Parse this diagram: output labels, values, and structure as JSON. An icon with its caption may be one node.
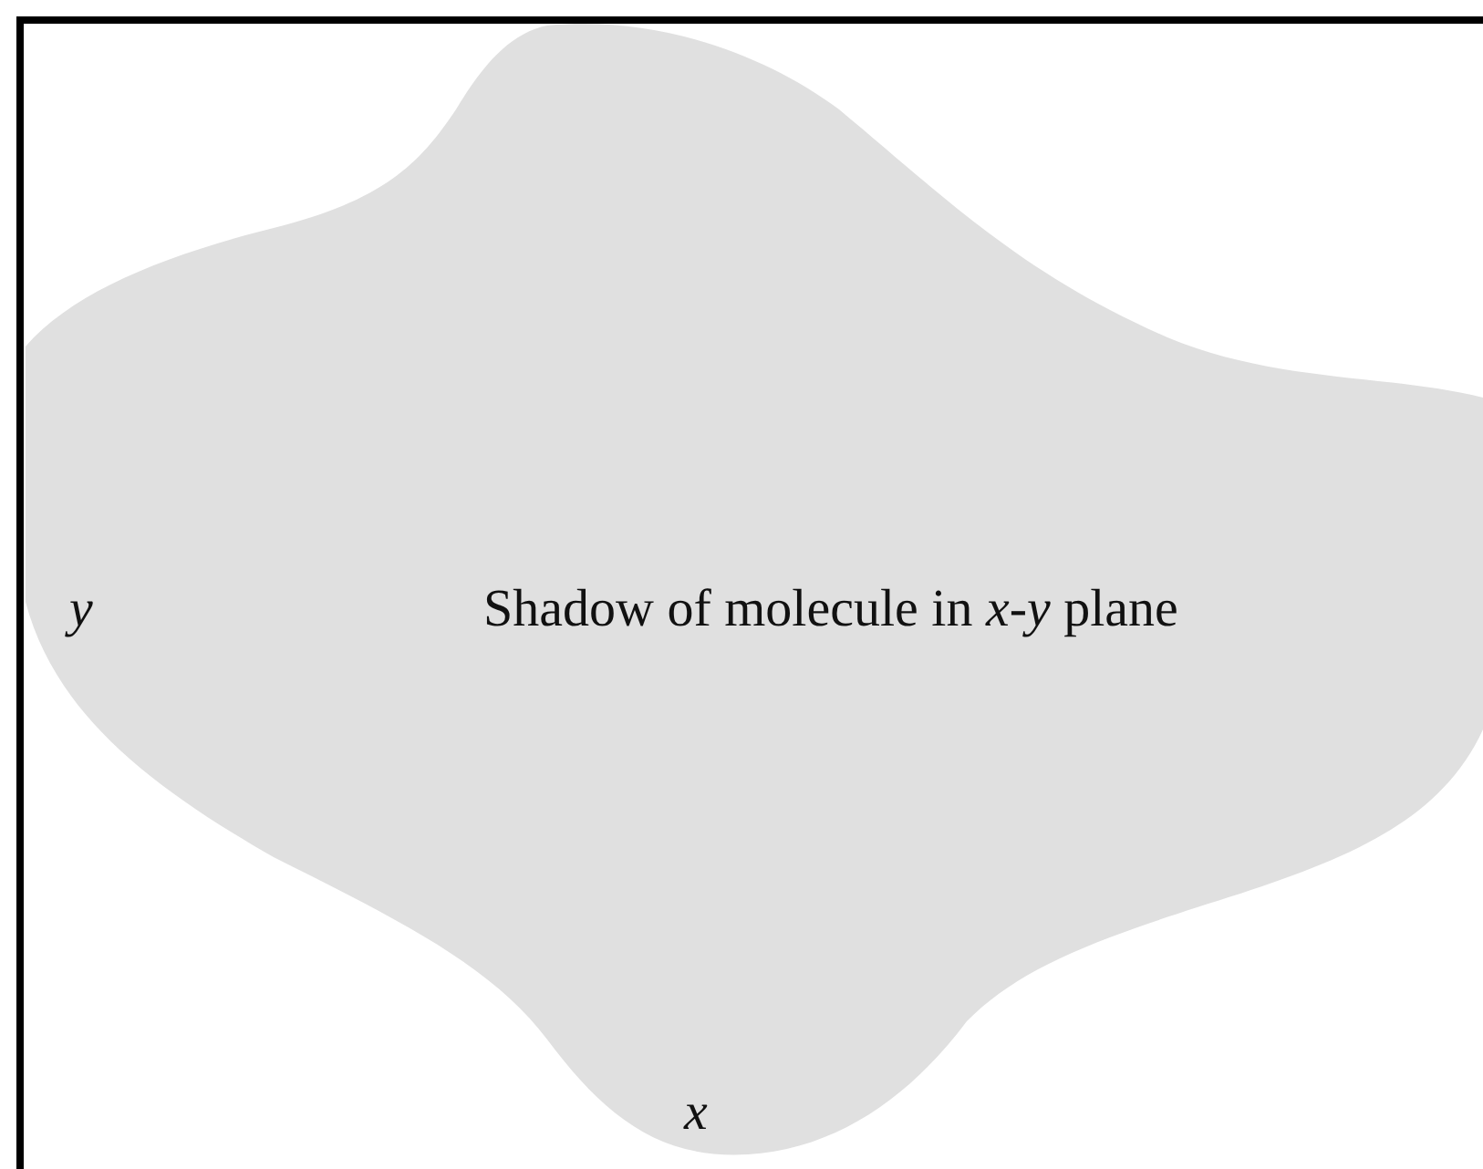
{
  "diagram": {
    "nodes": [
      {
        "text": [
          "Shadow of molecule in *x*-*y* plane"
        ]
      }
    ],
    "edges": [],
    "labels": [
      "y",
      "x"
    ]
  }
}
